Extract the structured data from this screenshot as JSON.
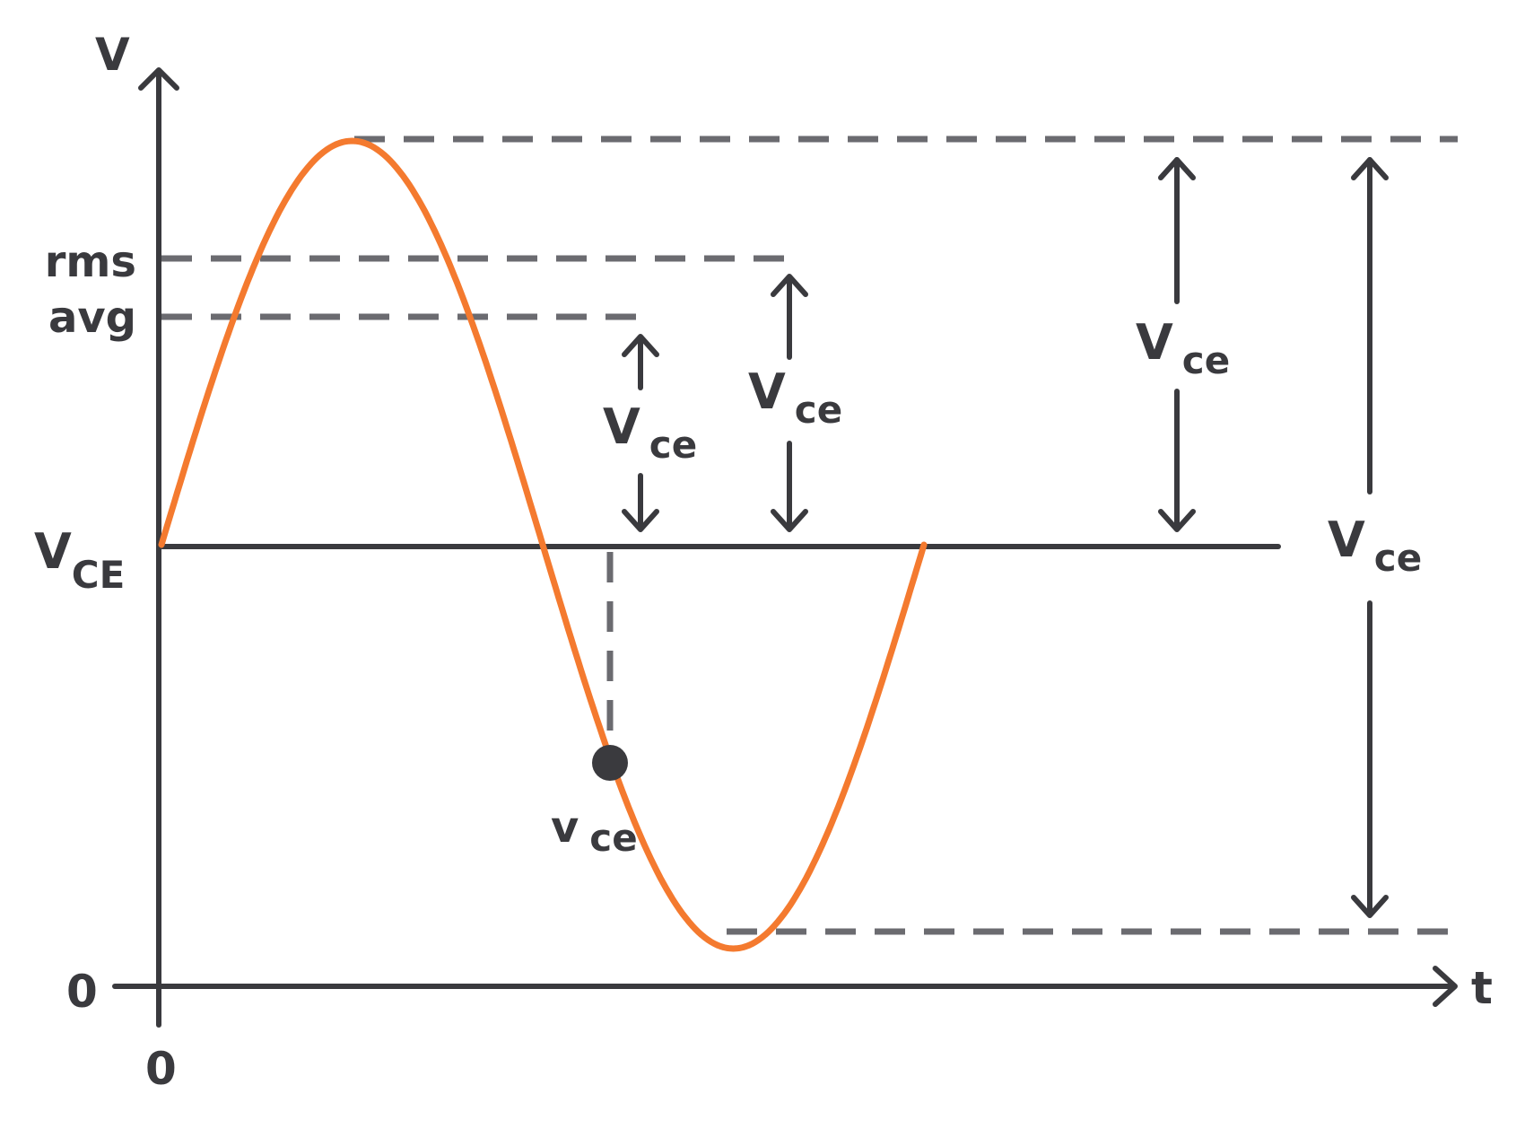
{
  "axes": {
    "y_label": "V",
    "x_label": "t",
    "origin_y": "0",
    "origin_x": "0"
  },
  "levels": {
    "rms": "rms",
    "avg": "avg",
    "dc_main": "V",
    "dc_sub": "CE"
  },
  "arrow_labels": {
    "avg_main": "V",
    "avg_sub": "ce",
    "rms_main": "V",
    "rms_sub": "ce",
    "peak_main": "V",
    "peak_sub": "ce",
    "pp_main": "V",
    "pp_sub": "ce"
  },
  "point": {
    "main": "v",
    "sub": "ce"
  },
  "colors": {
    "waveform": "#f47a2f",
    "axes": "#3a3a3e",
    "dashes": "#6b6b70"
  }
}
